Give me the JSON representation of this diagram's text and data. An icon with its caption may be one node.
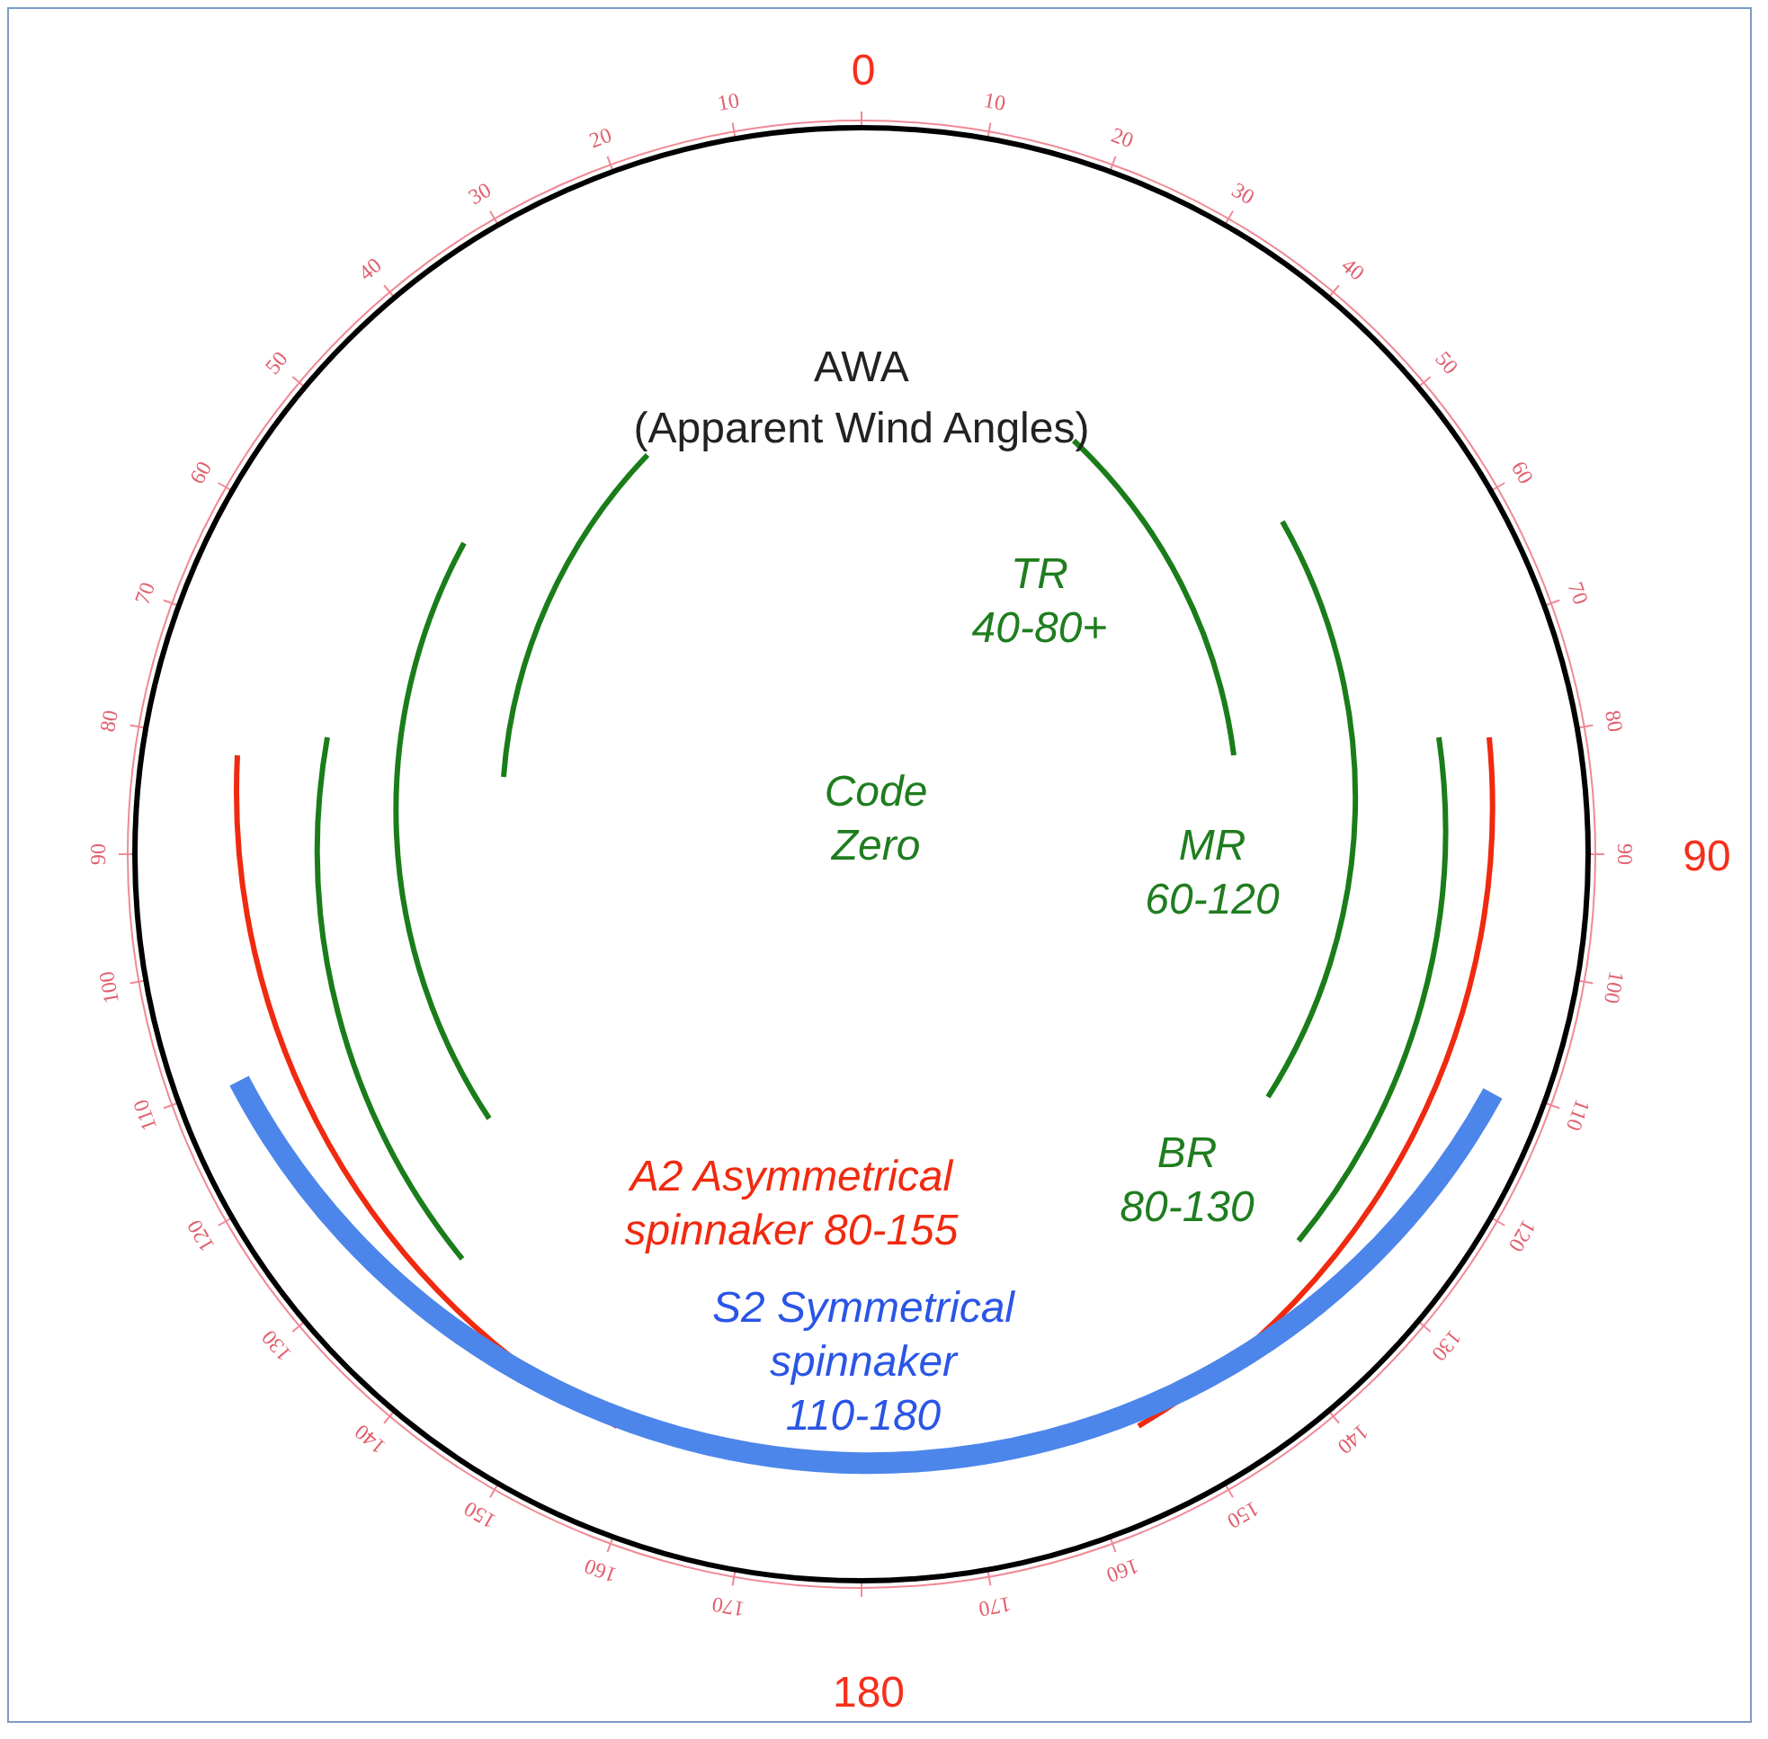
{
  "diagram": {
    "labels": [
      "0",
      "10",
      "20",
      "30",
      "40",
      "50",
      "60",
      "70",
      "80",
      "90",
      "100",
      "110",
      "120",
      "130",
      "140",
      "150",
      "160",
      "170",
      "90",
      "180",
      "10",
      "20",
      "30",
      "40",
      "50",
      "60",
      "70",
      "80",
      "90",
      "100",
      "110",
      "120",
      "130",
      "140",
      "150",
      "160",
      "170",
      "AWA",
      "(Apparent Wind Angles)",
      "TR 40-80+",
      "Code Zero",
      "MR 60-120",
      "BR 80-130",
      "A2 Asymmetrical spinnaker 80-155",
      "S2 Symmetrical spinnaker 110-180"
    ]
  }
}
